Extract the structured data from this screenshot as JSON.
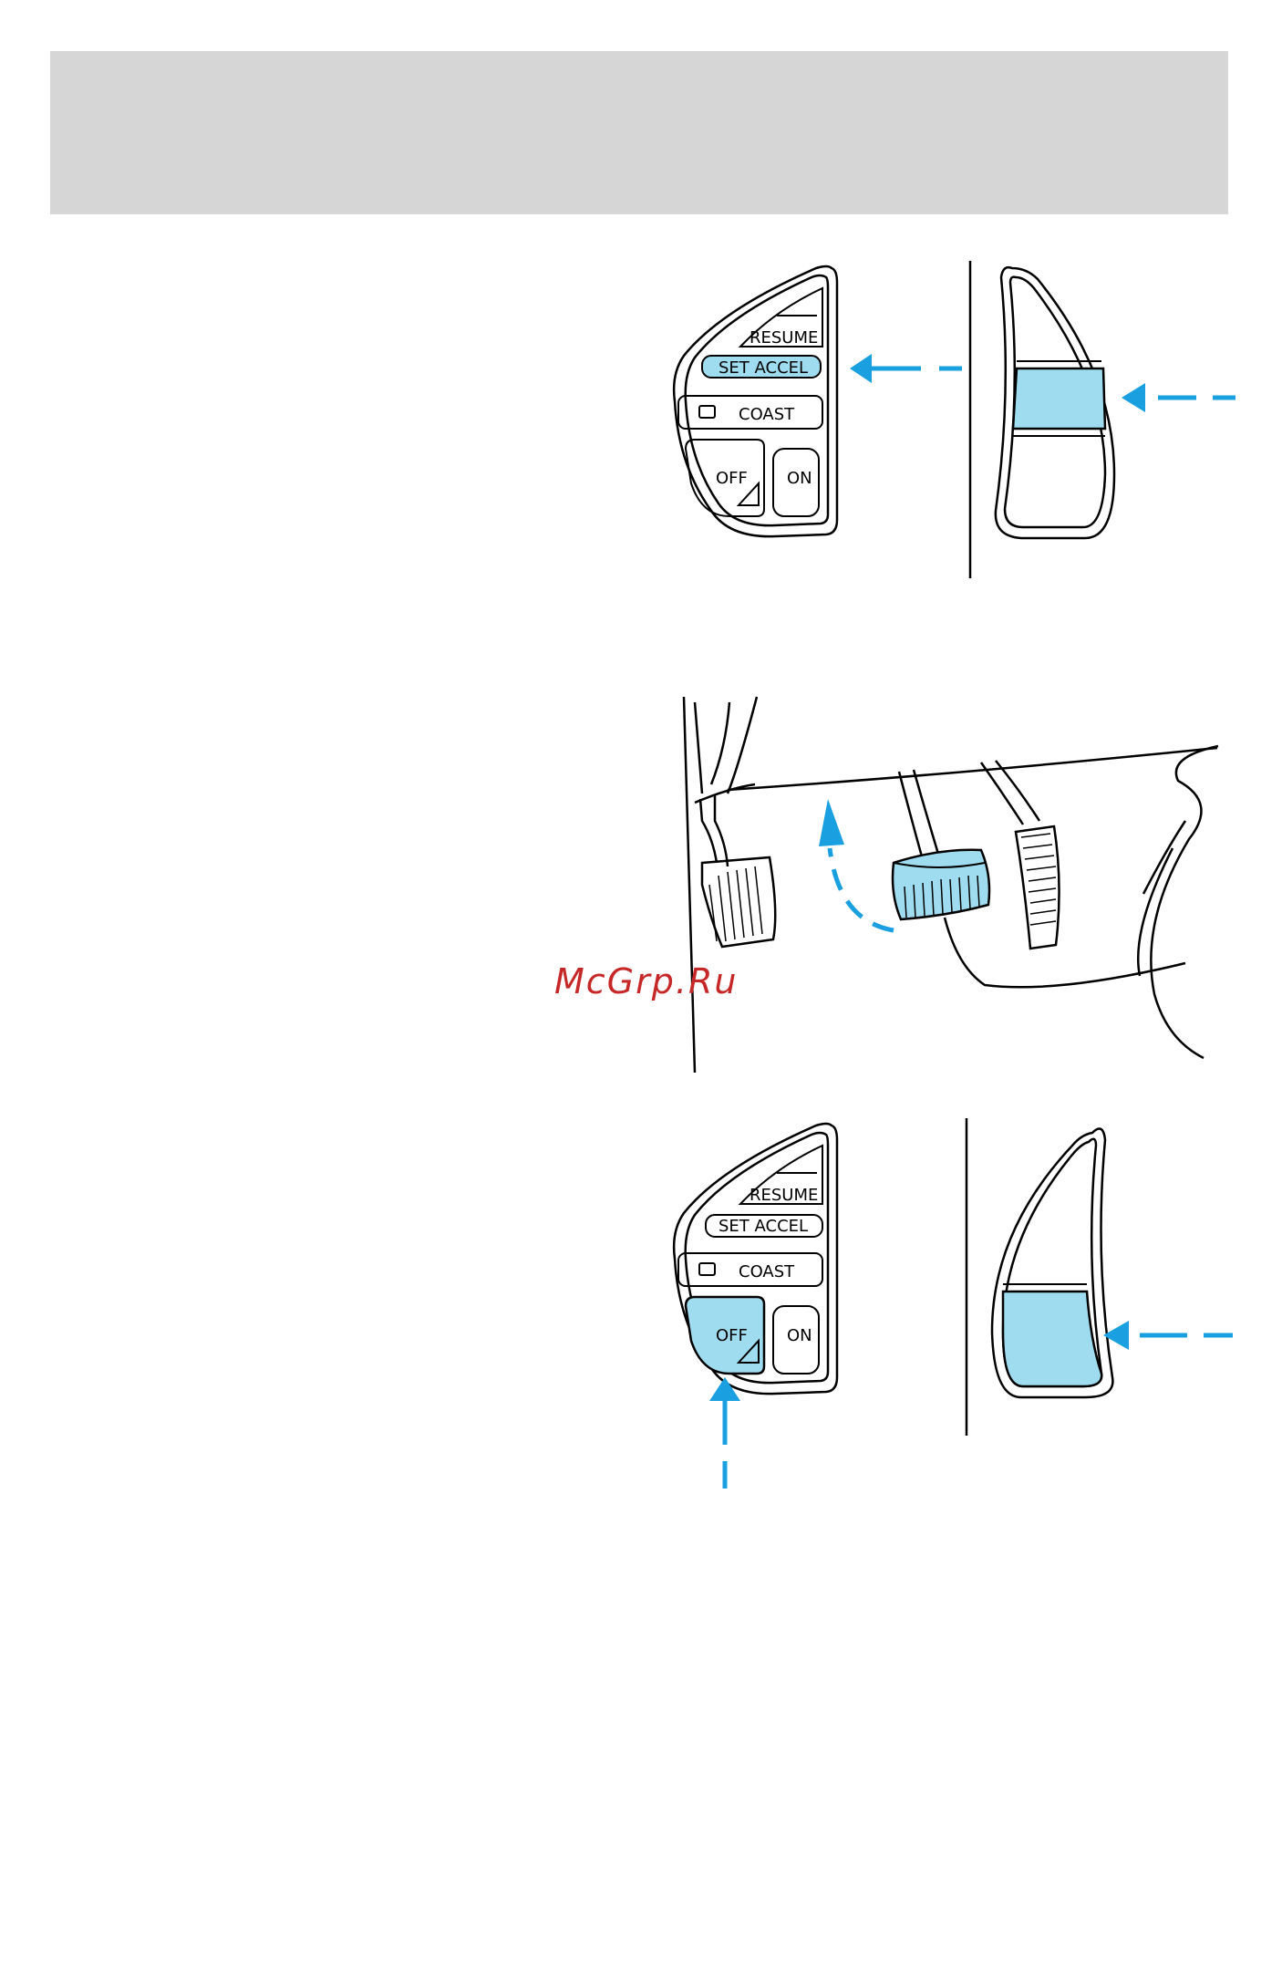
{
  "watermark": "McGrp.Ru",
  "colors": {
    "highlight": "#a0dcf0",
    "arrow": "#1aa0e0",
    "header": "#d6d6d6"
  },
  "figure1": {
    "labels": {
      "resume": "RESUME",
      "set_accel": "SET ACCEL",
      "coast": "COAST",
      "off": "OFF",
      "on": "ON"
    },
    "highlighted": "set_accel"
  },
  "figure2": {
    "highlighted": "brake-pedal",
    "arrow_direction": "up"
  },
  "figure3": {
    "labels": {
      "resume": "RESUME",
      "set_accel": "SET ACCEL",
      "coast": "COAST",
      "off": "OFF",
      "on": "ON"
    },
    "highlighted": "off"
  }
}
